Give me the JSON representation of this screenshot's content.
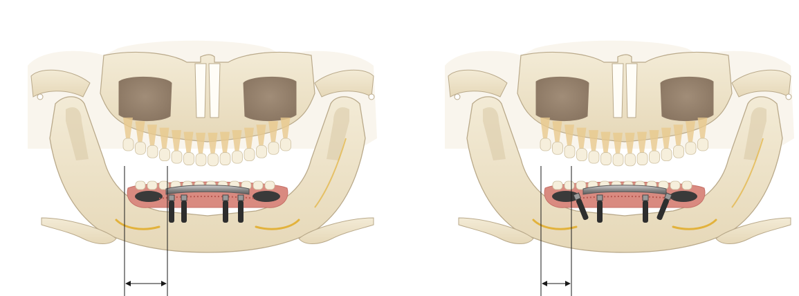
{
  "figure": {
    "panels": [
      {
        "id": "left",
        "implant_style": "vertical-implants"
      },
      {
        "id": "right",
        "implant_style": "tilted-posterior-implants"
      }
    ],
    "colors": {
      "background": "#ffffff",
      "bone": "#ede2c8",
      "bone_shade": "#d9c9a6",
      "bone_outline": "#b9a98a",
      "orbit": "#a89480",
      "orbit_dark": "#8e7a66",
      "tooth": "#f6efdc",
      "tooth_root": "#e9c98d",
      "gum": "#d98a80",
      "gum_dark": "#c56f66",
      "implant": "#2e2e2e",
      "bar": "#9a9a9a",
      "nerve": "#e2b23c",
      "line": "#1a1a1a"
    },
    "icons": [
      "measurement-arrow-icon"
    ]
  }
}
